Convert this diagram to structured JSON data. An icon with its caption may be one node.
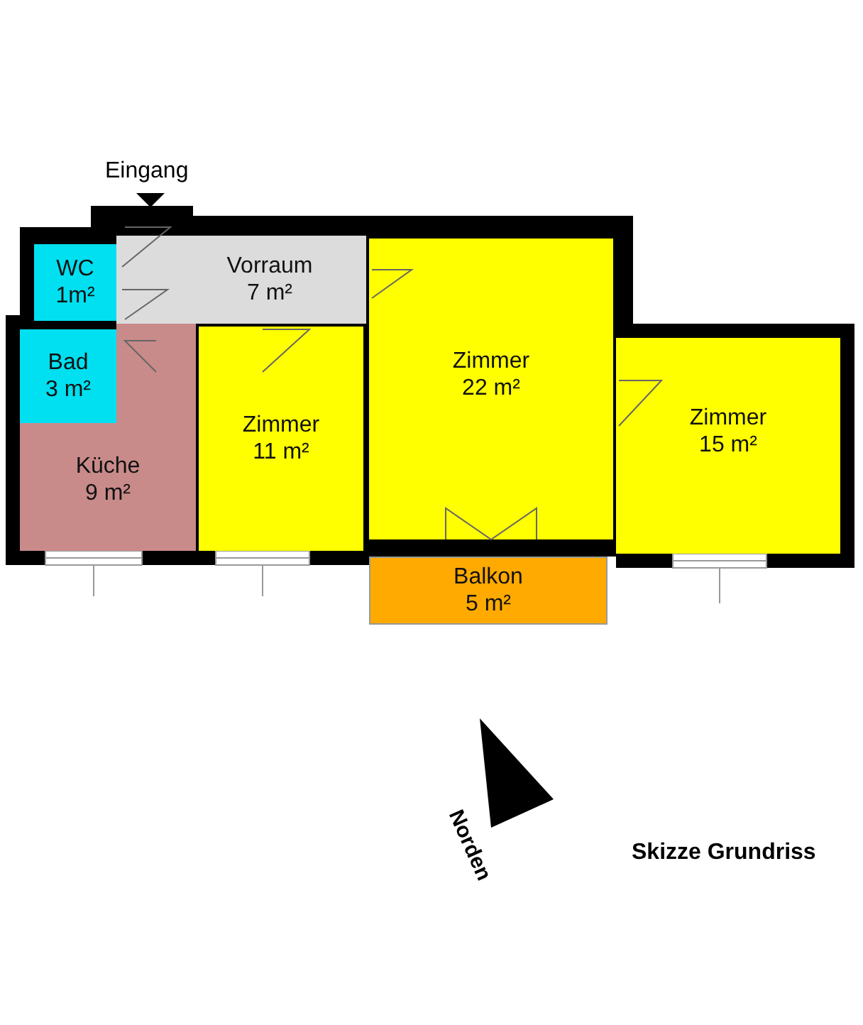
{
  "diagram": {
    "caption": "Skizze Grundriss",
    "nodes": [
      {
        "text": [
          "WC",
          "1m²"
        ]
      },
      {
        "text": [
          "Vorraum",
          "7 m²"
        ]
      },
      {
        "text": [
          "Bad",
          "3 m²"
        ]
      },
      {
        "text": [
          "Zimmer",
          "11 m²"
        ]
      },
      {
        "text": [
          "Zimmer",
          "22 m²"
        ]
      },
      {
        "text": [
          "Zimmer",
          "15 m²"
        ]
      },
      {
        "text": [
          "Küche",
          "9 m²"
        ]
      },
      {
        "text": [
          "Balkon",
          "5 m²"
        ]
      }
    ],
    "labels": [
      "Eingang",
      "Norden"
    ]
  }
}
